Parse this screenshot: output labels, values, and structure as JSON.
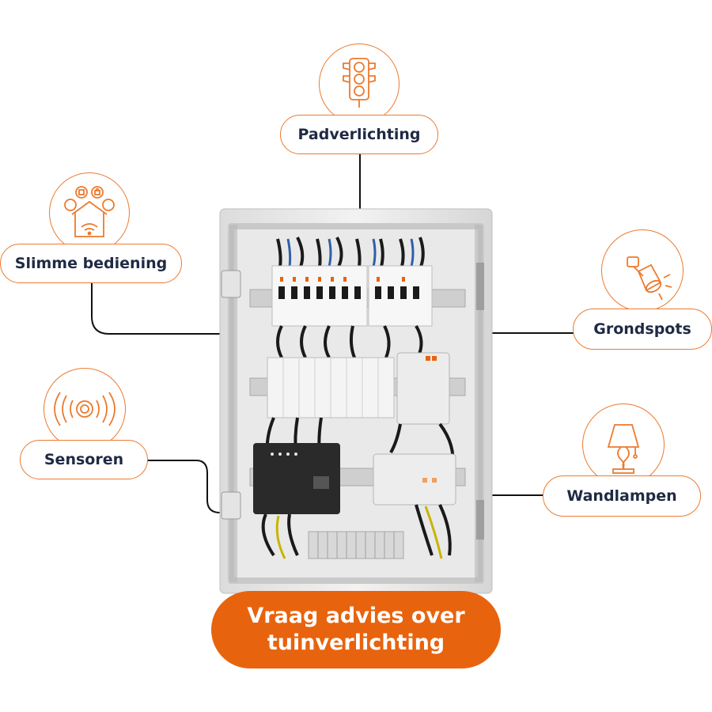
{
  "cta": {
    "label": "Vraag advies over\ntuinverlichting"
  },
  "callouts": {
    "padverlichting": {
      "label": "Padverlichting",
      "icon": "traffic-light-icon"
    },
    "slimme_bediening": {
      "label": "Slimme bediening",
      "icon": "smart-home-icon"
    },
    "grondspots": {
      "label": "Grondspots",
      "icon": "spotlight-icon"
    },
    "sensoren": {
      "label": "Sensoren",
      "icon": "sensor-icon"
    },
    "wandlampen": {
      "label": "Wandlampen",
      "icon": "table-lamp-icon"
    }
  },
  "colors": {
    "accent": "#ec7a2e",
    "cta": "#e8630d",
    "text": "#1f2a44"
  }
}
